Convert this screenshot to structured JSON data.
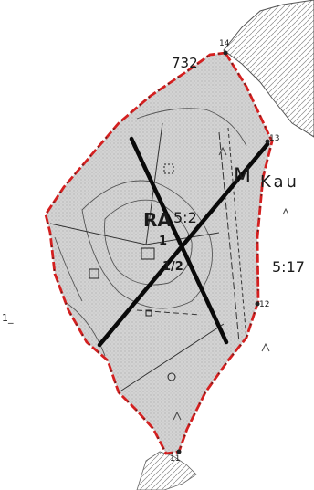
{
  "map": {
    "labels": {
      "elevation": "732",
      "ra": "RA",
      "ratio_upper": "5:2",
      "fraction_top": "1",
      "fraction_bottom": "1/2",
      "parcel": "5:17",
      "place_name": "Kau",
      "m_letter": "M",
      "point_13": "13",
      "point_14": "14",
      "point_11": "11",
      "point_12": "12",
      "left_mark": "1_"
    },
    "colors": {
      "boundary": "#d42020",
      "parcel_fill": "#cfcfcf",
      "hatch": "#9a9a9a",
      "ink": "#1a1a1a",
      "cross_lines": "#0a0a0a"
    },
    "markers": {
      "cross_mark": "X",
      "boundary_style": "red dashed border"
    }
  }
}
